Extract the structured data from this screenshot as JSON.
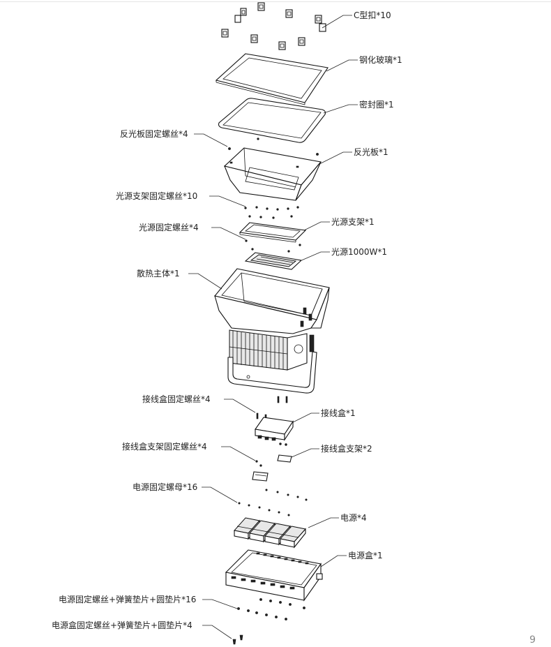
{
  "labels": {
    "c_clip": "C型扣*10",
    "glass": "钢化玻璃*1",
    "seal": "密封圈*1",
    "reflector_screws": "反光板固定螺丝*4",
    "reflector": "反光板*1",
    "bracket_screws": "光源支架固定螺丝*10",
    "light_bracket": "光源支架*1",
    "light_screws": "光源固定螺丝*4",
    "light_source": "光源1000W*1",
    "heatsink": "散热主体*1",
    "junction_screws": "接线盒固定螺丝*4",
    "junction_box": "接线盒*1",
    "junction_bracket_screws": "接线盒支架固定螺丝*4",
    "junction_bracket": "接线盒支架*2",
    "psu_nuts": "电源固定螺母*16",
    "psu": "电源*4",
    "psu_box": "电源盒*1",
    "psu_screws": "电源固定螺丝+弹簧垫片+圆垫片*16",
    "psu_box_screws": "电源盒固定螺丝+弹簧垫片+圆垫片*4"
  },
  "page_number": "9"
}
